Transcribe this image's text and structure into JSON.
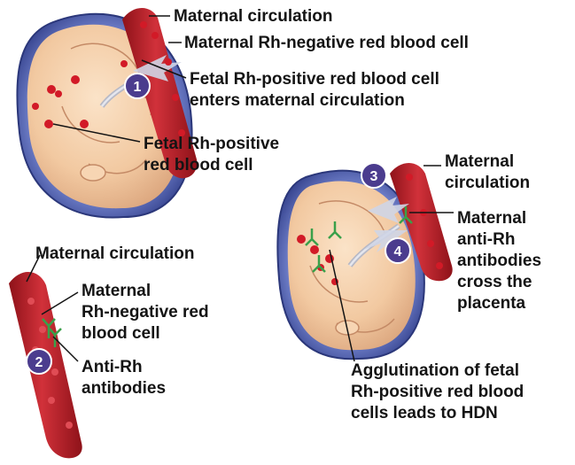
{
  "labels": {
    "maternal_circulation_top": "Maternal circulation",
    "maternal_rh_neg_top": "Maternal Rh-negative red blood cell",
    "fetal_enters_line1": "Fetal Rh-positive red blood cell",
    "fetal_enters_line2": "enters maternal circulation",
    "fetal_rh_pos_line1": "Fetal Rh-positive",
    "fetal_rh_pos_line2": "red blood cell",
    "maternal_circulation_mid": "Maternal circulation",
    "maternal_rh_neg_mid_line1": "Maternal",
    "maternal_rh_neg_mid_line2": "Rh-negative red",
    "maternal_rh_neg_mid_line3": "blood cell",
    "anti_rh_line1": "Anti-Rh",
    "anti_rh_line2": "antibodies",
    "maternal_circulation_right_line1": "Maternal",
    "maternal_circulation_right_line2": "circulation",
    "antibodies_cross_line1": "Maternal",
    "antibodies_cross_line2": "anti-Rh",
    "antibodies_cross_line3": "antibodies",
    "antibodies_cross_line4": "cross the",
    "antibodies_cross_line5": "placenta",
    "agglutination_line1": "Agglutination of fetal",
    "agglutination_line2": "Rh-positive red blood",
    "agglutination_line3": "cells leads to HDN"
  },
  "steps": [
    "1",
    "2",
    "3",
    "4"
  ],
  "colors": {
    "vessel": "#c2202a",
    "vessel_dark": "#8e1219",
    "blood_cell": "#d21a27",
    "uterus": "#3e4ea1",
    "fetus_skin": "#f2c9a1",
    "antibody": "#3aa04a",
    "badge": "#4b3c8e",
    "arrow": "#cfd5e6"
  }
}
